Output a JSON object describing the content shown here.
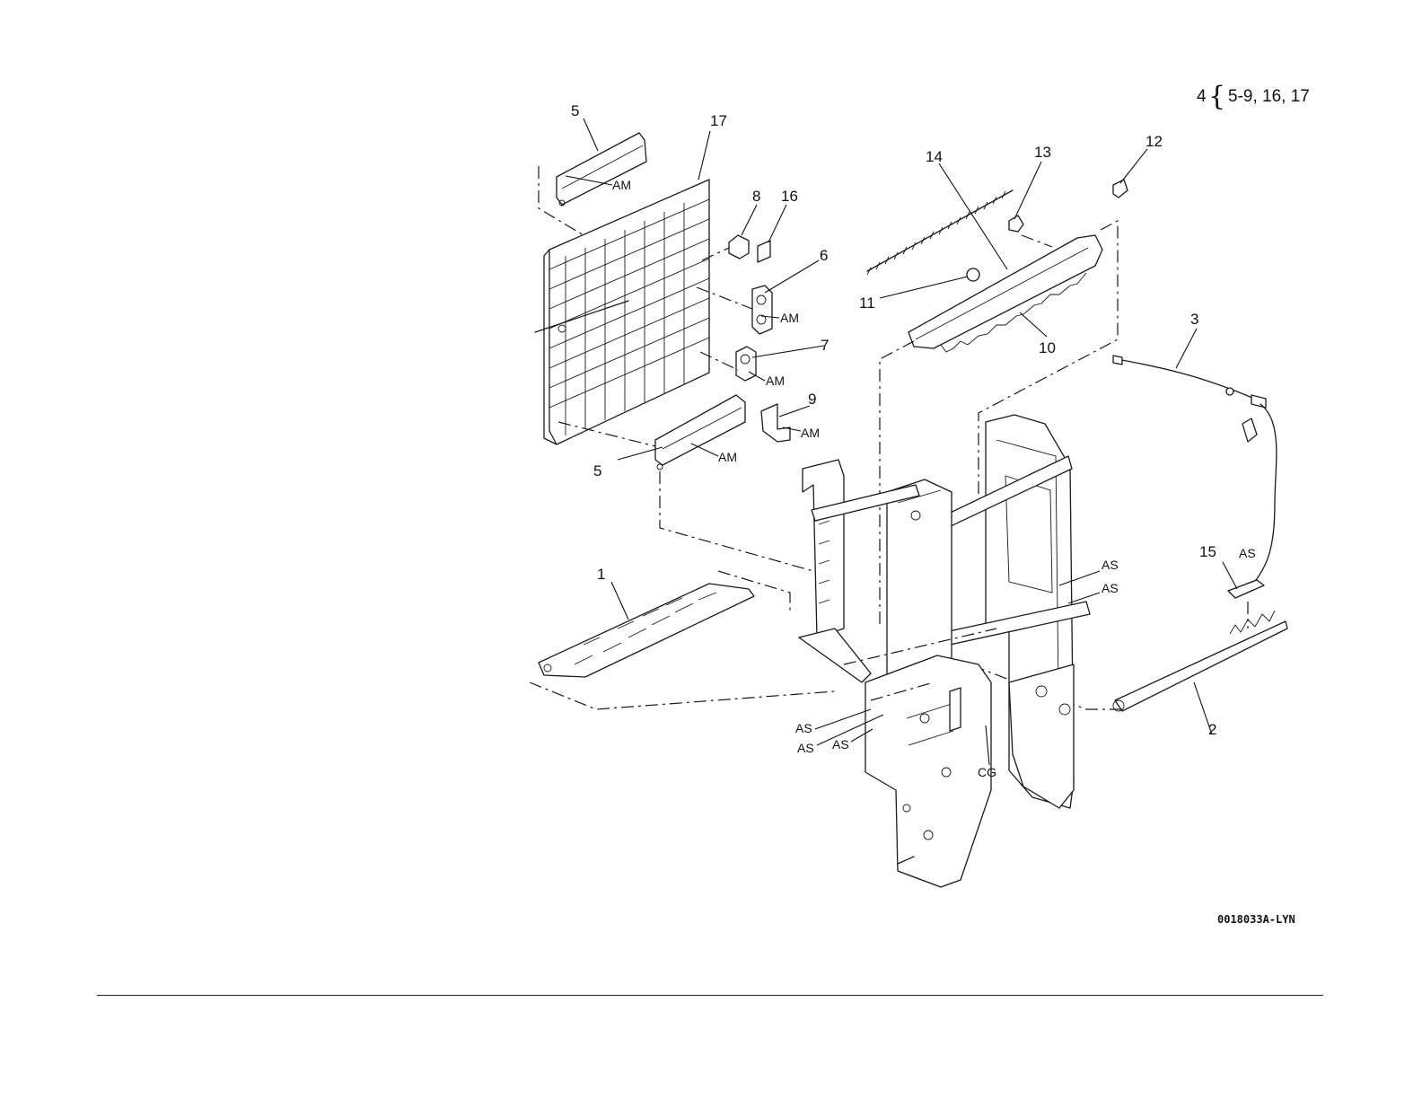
{
  "header": {
    "qty": "4",
    "brace": "{",
    "items": "5-9, 16, 17"
  },
  "figure_id": "0018033A-LYN",
  "callouts": {
    "c1": "1",
    "c2": "2",
    "c3": "3",
    "c5a": "5",
    "c5b": "5",
    "c6": "6",
    "c7": "7",
    "c8": "8",
    "c9": "9",
    "c10": "10",
    "c11": "11",
    "c12": "12",
    "c13": "13",
    "c14": "14",
    "c15": "15",
    "c16": "16",
    "c17": "17"
  },
  "codes": {
    "am1": "AM",
    "am2": "AM",
    "am3": "AM",
    "am4": "AM",
    "am5": "AM",
    "as1": "AS",
    "as2": "AS",
    "as3": "AS",
    "as4": "AS",
    "as5": "AS",
    "as6": "AS",
    "cg": "CG"
  }
}
